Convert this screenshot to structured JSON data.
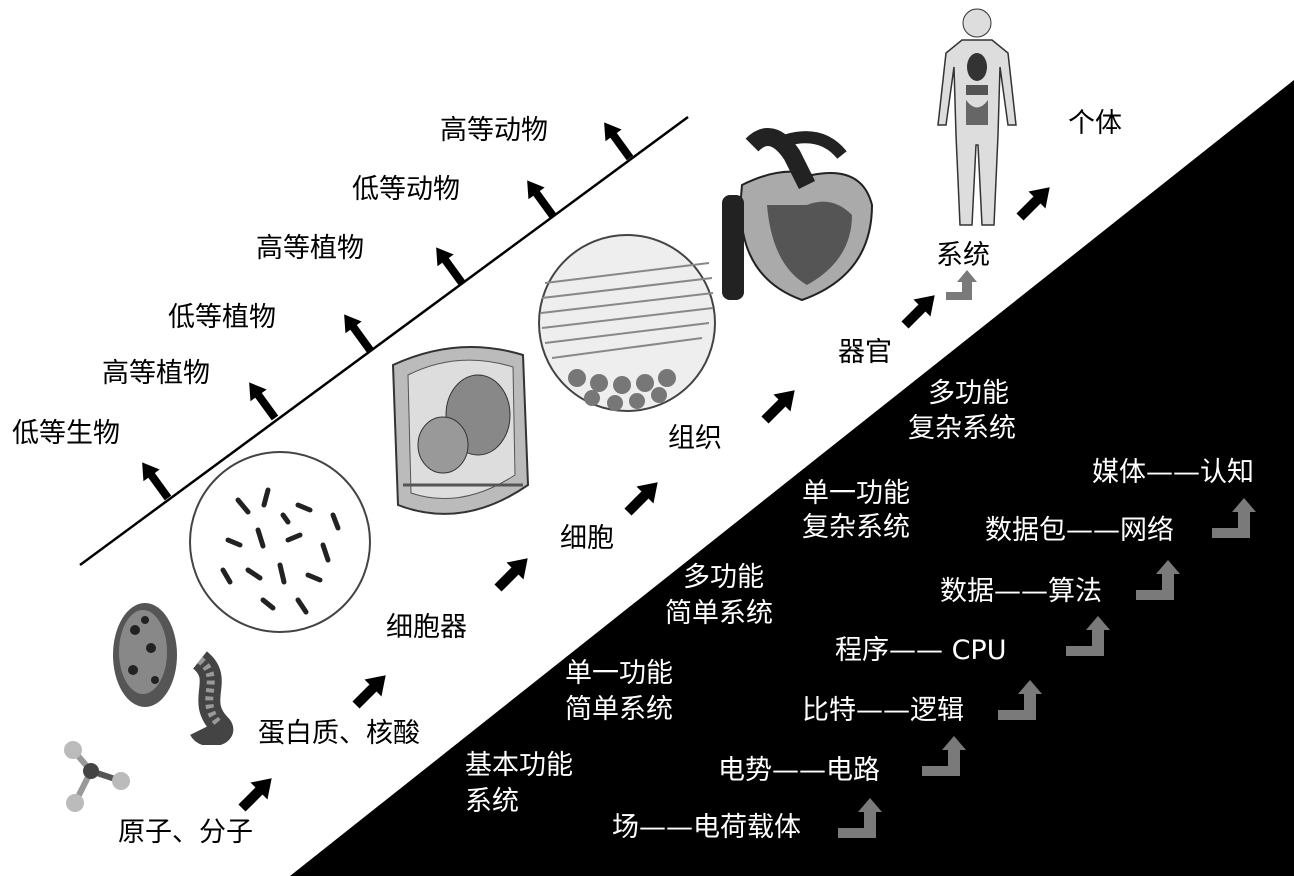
{
  "biology_track": {
    "levels": [
      "原子、分子",
      "蛋白质、核酸",
      "细胞器",
      "细胞",
      "组织",
      "器官",
      "系统",
      "个体"
    ]
  },
  "evolution_track": {
    "levels": [
      "低等生物",
      "高等植物",
      "低等植物",
      "高等植物",
      "低等动物",
      "高等动物"
    ]
  },
  "system_complexity": {
    "levels": [
      "基本功能",
      "系统",
      "单一功能",
      "简单系统",
      "多功能",
      "简单系统",
      "单一功能",
      "复杂系统",
      "多功能",
      "复杂系统"
    ]
  },
  "info_track": {
    "steps": [
      "场——电荷载体",
      "电势——电路",
      "比特——逻辑",
      "程序—— CPU",
      "数据——算法",
      "数据包——网络",
      "媒体——认知"
    ]
  },
  "colors": {
    "background": "#ffffff",
    "dark_region": "#000000",
    "bio_arrow": "#000000",
    "info_arrow": "#777777"
  },
  "icons": [
    "molecule",
    "protein",
    "chromosomes",
    "plant-cell",
    "muscle-tissue",
    "heart",
    "human-body"
  ]
}
